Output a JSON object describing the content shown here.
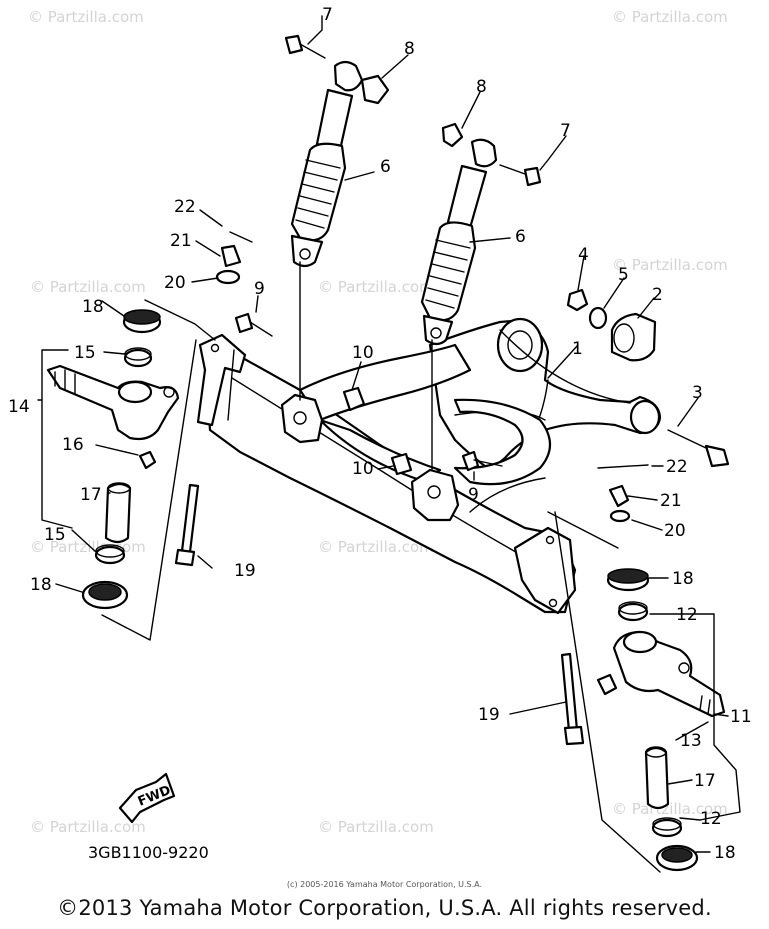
{
  "watermark": "© Partzilla.com",
  "callouts": {
    "n1": "1",
    "n2": "2",
    "n3": "3",
    "n4": "4",
    "n5": "5",
    "n6a": "6",
    "n6b": "6",
    "n7a": "7",
    "n7b": "7",
    "n8a": "8",
    "n8b": "8",
    "n9a": "9",
    "n9b": "9",
    "n10a": "10",
    "n10b": "10",
    "n11": "11",
    "n12a": "12",
    "n12b": "12",
    "n13": "13",
    "n14": "14",
    "n15a": "15",
    "n15b": "15",
    "n16": "16",
    "n17a": "17",
    "n17b": "17",
    "n18a": "18",
    "n18b": "18",
    "n18c": "18",
    "n19a": "19",
    "n19b": "19",
    "n20a": "20",
    "n20b": "20",
    "n21a": "21",
    "n21b": "21",
    "n22a": "22",
    "n22b": "22"
  },
  "fwd_label": "FWD",
  "diagram_code": "3GB1100-9220",
  "small_copyright": "(c) 2005-2016 Yamaha Motor Corporation, U.S.A.",
  "copyright": "©2013 Yamaha Motor Corporation, U.S.A. All rights reserved."
}
